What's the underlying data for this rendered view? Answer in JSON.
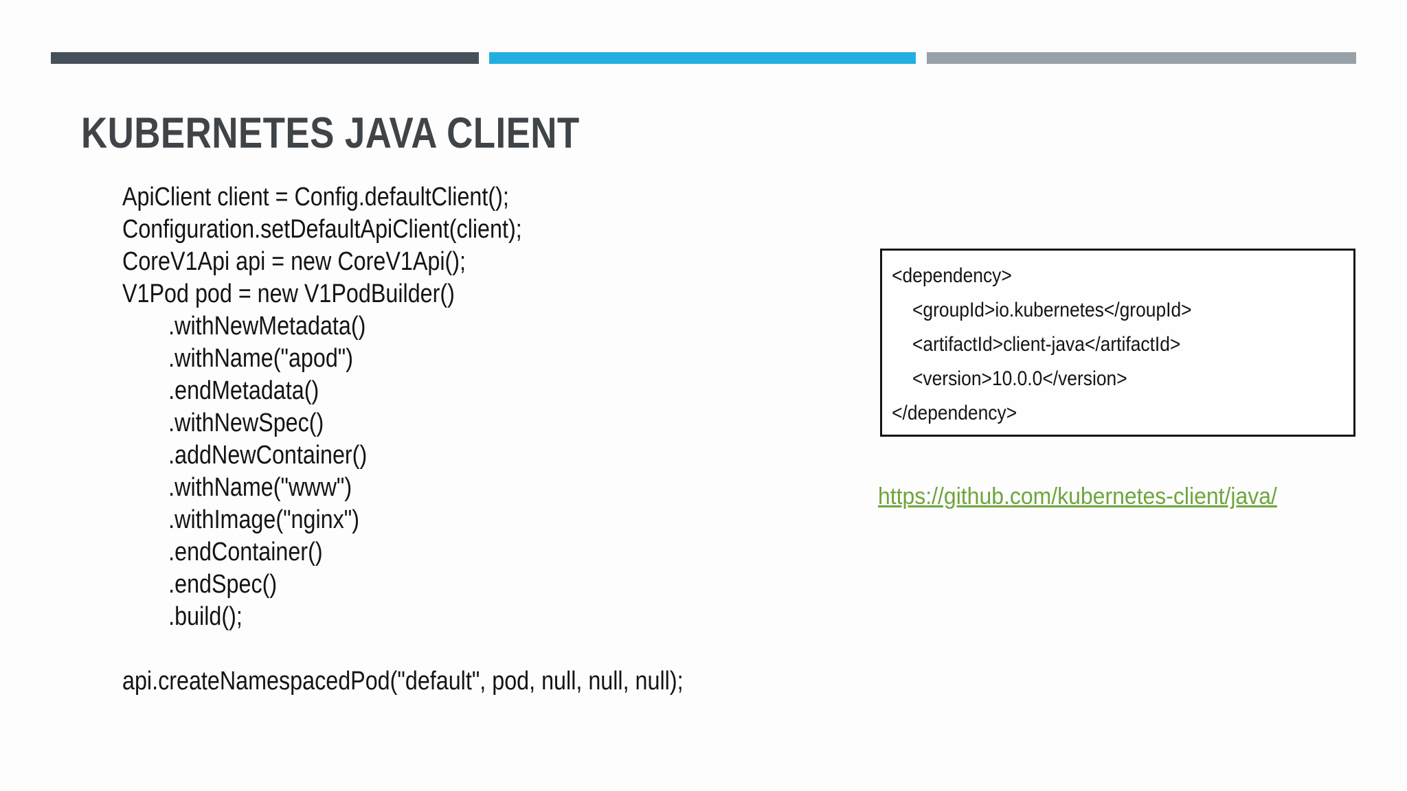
{
  "slide": {
    "title": "KUBERNETES JAVA CLIENT",
    "accent_bars": [
      {
        "name": "dark",
        "color": "#46505a"
      },
      {
        "name": "blue",
        "color": "#23aee2"
      },
      {
        "name": "gray",
        "color": "#98a0a8"
      }
    ],
    "code": {
      "lines": [
        {
          "text": "ApiClient client = Config.defaultClient();",
          "indent": 0
        },
        {
          "text": "Configuration.setDefaultApiClient(client);",
          "indent": 0
        },
        {
          "text": "CoreV1Api api = new CoreV1Api();",
          "indent": 0
        },
        {
          "text": "V1Pod pod = new V1PodBuilder()",
          "indent": 0
        },
        {
          "text": ".withNewMetadata()",
          "indent": 1
        },
        {
          "text": ".withName(\"apod\")",
          "indent": 1
        },
        {
          "text": ".endMetadata()",
          "indent": 1
        },
        {
          "text": ".withNewSpec()",
          "indent": 1
        },
        {
          "text": ".addNewContainer()",
          "indent": 1
        },
        {
          "text": ".withName(\"www\")",
          "indent": 1
        },
        {
          "text": ".withImage(\"nginx\")",
          "indent": 1
        },
        {
          "text": ".endContainer()",
          "indent": 1
        },
        {
          "text": ".endSpec()",
          "indent": 1
        },
        {
          "text": ".build();",
          "indent": 1
        },
        {
          "text": "",
          "indent": 0
        },
        {
          "text": "api.createNamespacedPod(\"default\", pod, null, null, null);",
          "indent": 0
        }
      ],
      "text_color": "#141414"
    },
    "dependency_box": {
      "border_color": "#141414",
      "lines": [
        {
          "text": "<dependency>",
          "indent": 0
        },
        {
          "text": "<groupId>io.kubernetes</groupId>",
          "indent": 1
        },
        {
          "text": "<artifactId>client-java</artifactId>",
          "indent": 1
        },
        {
          "text": "<version>10.0.0</version>",
          "indent": 1
        },
        {
          "text": "</dependency>",
          "indent": 0
        }
      ]
    },
    "link": {
      "text": "https://github.com/kubernetes-client/java/",
      "color": "#6ea53c"
    }
  }
}
